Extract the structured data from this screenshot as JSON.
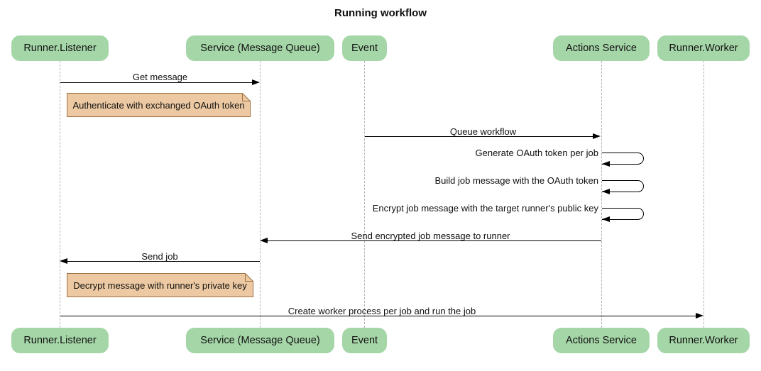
{
  "title": "Running workflow",
  "participants": [
    {
      "label": "Runner.Listener"
    },
    {
      "label": "Service (Message Queue)"
    },
    {
      "label": "Event"
    },
    {
      "label": "Actions Service"
    },
    {
      "label": "Runner.Worker"
    }
  ],
  "messages": {
    "get_message": "Get message",
    "queue_workflow": "Queue workflow",
    "generate_oauth_token": "Generate OAuth token per job",
    "build_job_message": "Build job message with the OAuth token",
    "encrypt_job_message": "Encrypt job message with the target runner's public key",
    "send_encrypted_job_message": "Send encrypted job message to runner",
    "send_job": "Send job",
    "create_worker_process": "Create worker process per job and run the job"
  },
  "notes": {
    "authenticate": "Authenticate with exchanged OAuth token",
    "decrypt": "Decrypt message with runner's private key"
  },
  "colors": {
    "background": "#FFFFFF",
    "participant_fill": "#A5D6A7",
    "note_fill": "#ECC9A2",
    "note_border": "#9F7141",
    "lifeline": "#B3B3B3",
    "arrow": "#000000",
    "text": "#111111"
  }
}
